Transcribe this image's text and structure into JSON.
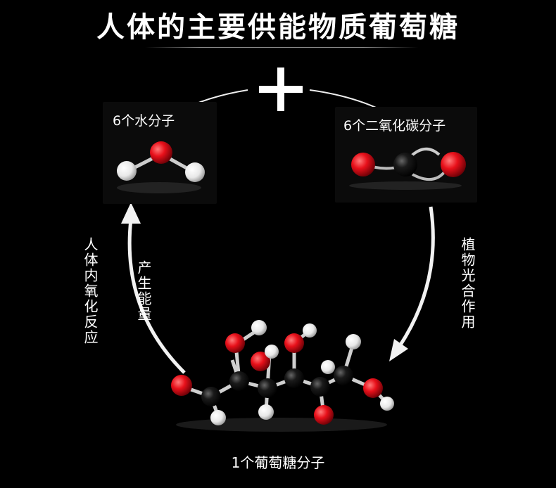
{
  "title": "人体的主要供能物质葡萄糖",
  "plus_symbol": "+",
  "water": {
    "label": "6个水分子"
  },
  "co2": {
    "label": "6个二氧化碳分子"
  },
  "glucose": {
    "label": "1个葡萄糖分子"
  },
  "photosynthesis_label": "植物光合作用",
  "oxidation_label": "人体内氧化反应",
  "energy_label": "产生能量",
  "colors": {
    "oxygen": "#e8101a",
    "hydrogen": "#ffffff",
    "carbon": "#111111",
    "background": "#000000"
  }
}
